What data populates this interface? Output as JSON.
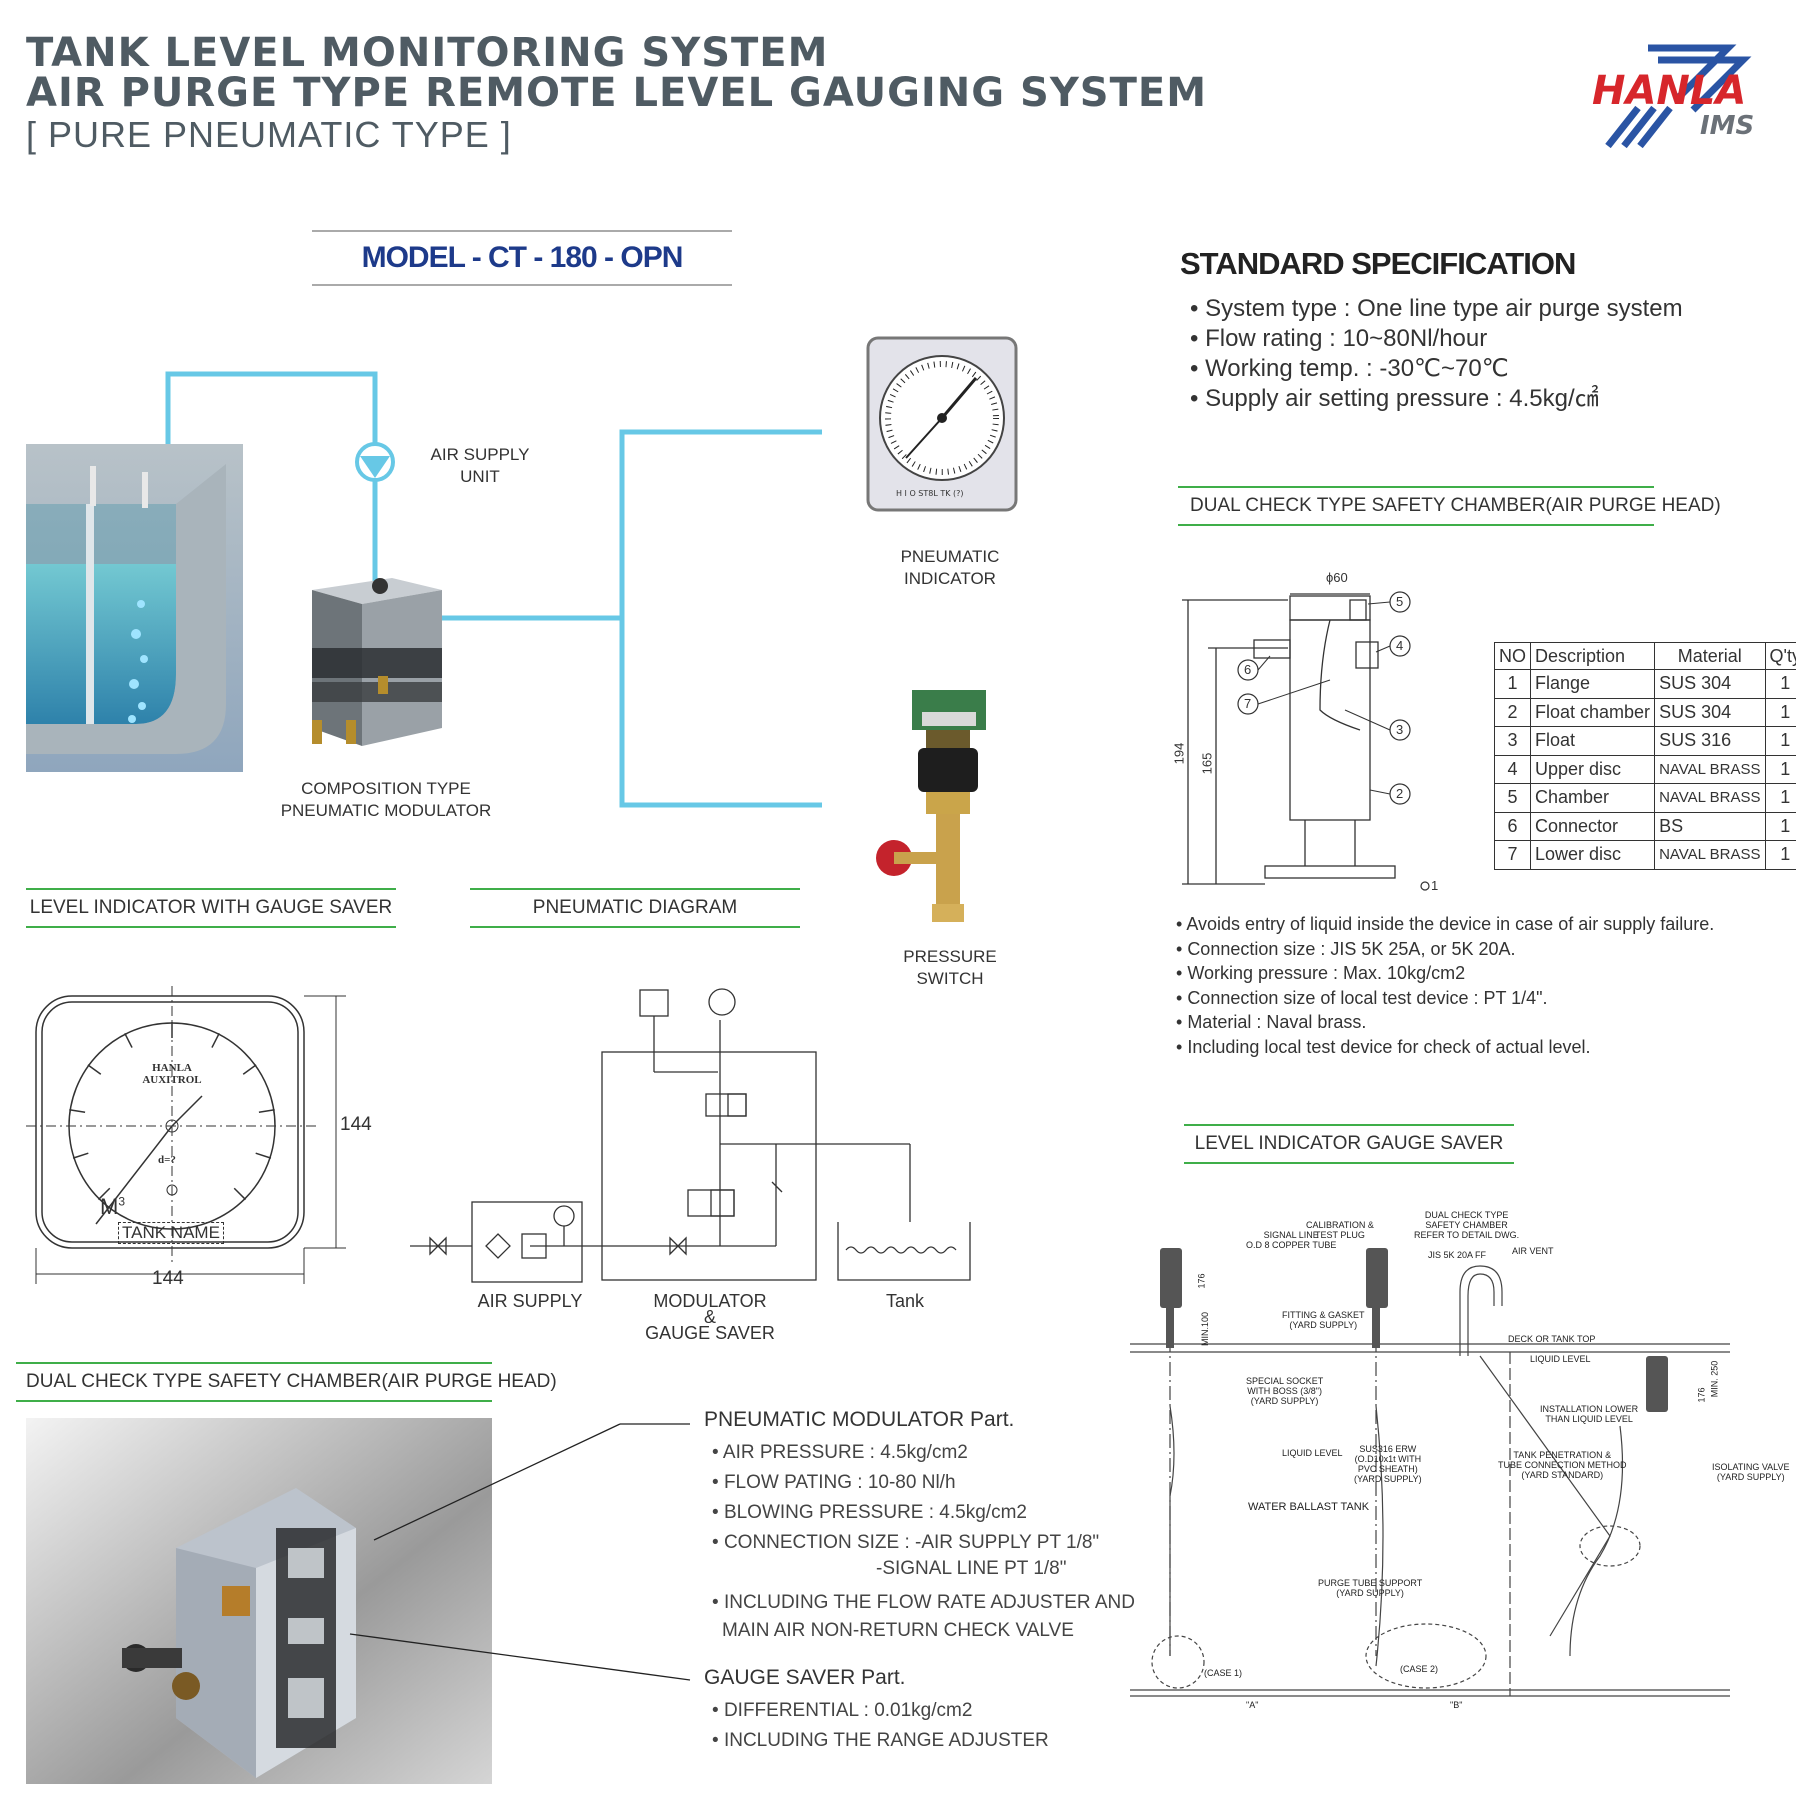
{
  "header": {
    "title_line1": "TANK LEVEL MONITORING SYSTEM",
    "title_line2": "AIR PURGE TYPE REMOTE LEVEL GAUGING SYSTEM",
    "subtitle": "[ PURE PNEUMATIC TYPE ]",
    "logo_text": "HANLA",
    "logo_sub": "IMS"
  },
  "model": {
    "label": "MODEL - CT - 180 - OPN"
  },
  "system_diagram": {
    "air_supply_unit": "AIR SUPPLY\nUNIT",
    "modulator_label": "COMPOSITION TYPE\nPNEUMATIC MODULATOR",
    "indicator_label": "PNEUMATIC\nINDICATOR",
    "switch_label": "PRESSURE\nSWITCH"
  },
  "standard_spec": {
    "title": "STANDARD SPECIFICATION",
    "items": [
      "System type : One line type air purge system",
      "Flow rating : 10~80Nl/hour",
      "Working temp. : -30℃~70℃",
      "Supply air setting pressure : 4.5kg/㎠"
    ]
  },
  "dual_check_top": {
    "title": "DUAL CHECK TYPE SAFETY CHAMBER(AIR PURGE HEAD)",
    "dims": {
      "dia": "ϕ60",
      "h1": "194",
      "h2": "165"
    },
    "callouts": [
      "1",
      "2",
      "3",
      "4",
      "5",
      "6",
      "7"
    ],
    "table_header": [
      "NO",
      "Description",
      "Material",
      "Q'ty"
    ],
    "table_rows": [
      [
        "1",
        "Flange",
        "SUS 304",
        "1"
      ],
      [
        "2",
        "Float chamber",
        "SUS 304",
        "1"
      ],
      [
        "3",
        "Float",
        "SUS 316",
        "1"
      ],
      [
        "4",
        "Upper disc",
        "NAVAL BRASS",
        "1"
      ],
      [
        "5",
        "Chamber",
        "NAVAL BRASS",
        "1"
      ],
      [
        "6",
        "Connector",
        "BS",
        "1"
      ],
      [
        "7",
        "Lower disc",
        "NAVAL BRASS",
        "1"
      ]
    ],
    "notes": [
      "Avoids entry of liquid inside the device in case of air supply failure.",
      "Connection size : JIS 5K 25A, or 5K 20A.",
      "Working pressure : Max. 10kg/cm2",
      "Connection size of local test device : PT 1/4\".",
      "Material : Naval brass.",
      "Including local test device for check of actual level."
    ]
  },
  "level_indicator": {
    "title": "LEVEL INDICATOR WITH GAUGE SAVER",
    "dial_brand_1": "HANLA",
    "dial_brand_2": "AUXITROL",
    "dial_mark": "d=?",
    "unit": "M",
    "unit_sup": "3",
    "tank_name": "TANK NAME",
    "dim_w": "144",
    "dim_h": "144"
  },
  "pneumatic_diagram": {
    "title": "PNEUMATIC DIAGRAM",
    "air_supply": "AIR SUPPLY",
    "modulator_1": "MODULATOR",
    "modulator_amp": "&",
    "modulator_2": "GAUGE SAVER",
    "tank": "Tank"
  },
  "gauge_saver": {
    "title": "LEVEL INDICATOR GAUGE SAVER",
    "labels": {
      "signal_line": "SIGNAL LINE\nO.D 8 COPPER TUBE",
      "calibration": "CALIBRATION &\nTEST PLUG",
      "dual_check": "DUAL CHECK TYPE\nSAFETY CHAMBER\nREFER TO DETAIL DWG.",
      "jis": "JIS 5K 20A FF",
      "air_vent": "AIR VENT",
      "deck": "DECK OR TANK TOP",
      "liquid_level_r": "LIQUID LEVEL",
      "fitting": "FITTING & GASKET\n(YARD SUPPLY)",
      "socket": "SPECIAL SOCKET\nWITH BOSS (3/8\")\n(YARD SUPPLY)",
      "liquid_level_l": "LIQUID LEVEL",
      "sus": "SUS316 ERW\n(O.D10x1t WITH\nPVC SHEATH)\n(YARD SUPPLY)",
      "wbt": "WATER BALLAST TANK",
      "install": "INSTALLATION LOWER\nTHAN LIQUID LEVEL",
      "penetration": "TANK PENETRATION &\nTUBE CONNECTION METHOD\n(YARD STANDARD)",
      "isolating": "ISOLATING VALVE\n(YARD SUPPLY)",
      "purge_support": "PURGE TUBE SUPPORT\n(YARD SUPPLY)",
      "case1": "(CASE 1)",
      "case2": "(CASE 2)",
      "a": "\"A\"",
      "b": "\"B\"",
      "d176a": "176",
      "d100": "MIN.100",
      "d176b": "176",
      "d250": "MIN. 250"
    }
  },
  "dual_check_bottom": {
    "title": "DUAL CHECK TYPE SAFETY CHAMBER(AIR PURGE HEAD)"
  },
  "modulator_part": {
    "title": "PNEUMATIC MODULATOR Part.",
    "items": [
      "AIR PRESSURE : 4.5kg/cm2",
      "FLOW PATING : 10-80 Nl/h",
      "BLOWING PRESSURE : 4.5kg/cm2",
      "CONNECTION SIZE : -AIR SUPPLY PT 1/8\"",
      "INCLUDING THE FLOW RATE ADJUSTER AND"
    ],
    "item4_cont": "-SIGNAL LINE PT 1/8\"",
    "item5_cont": "MAIN AIR NON-RETURN CHECK VALVE"
  },
  "gauge_saver_part": {
    "title": "GAUGE SAVER Part.",
    "items": [
      "DIFFERENTIAL : 0.01kg/cm2",
      "INCLUDING THE RANGE ADJUSTER"
    ]
  },
  "colors": {
    "title_gray": "#4f5b63",
    "model_blue": "#1d3a8a",
    "pipe_blue": "#67c8e6",
    "section_green": "#3fae49",
    "logo_red": "#d7262b",
    "logo_blue": "#2a54a4"
  }
}
